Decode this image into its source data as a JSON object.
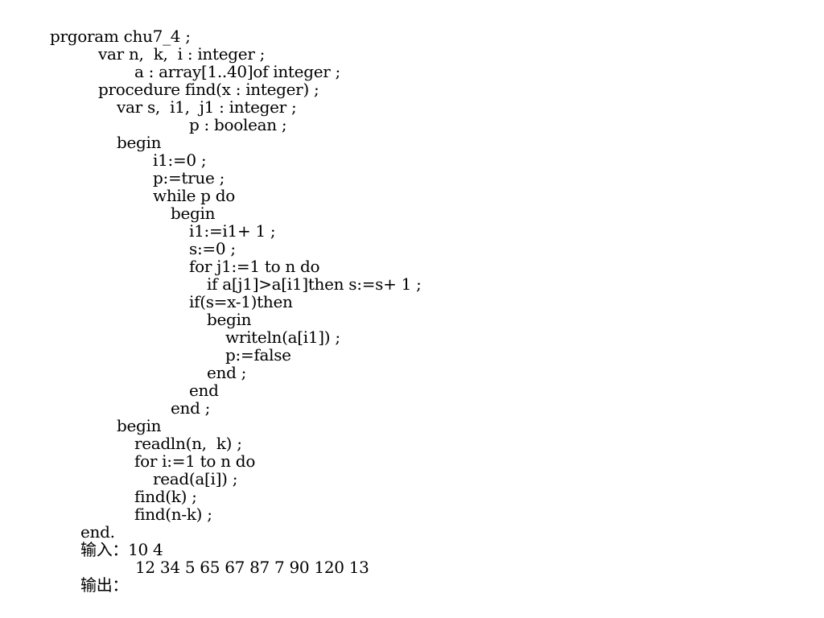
{
  "program_lines": [
    "prgoram chu7_4 ;",
    "var n,  k,  i : integer ;",
    "a : array[1..40]of integer ;",
    "procedure find(x : integer) ;",
    "var s,  i1,  j1 : integer ;",
    "p : boolean ;",
    "begin",
    "i1:=0 ;",
    "p:=true ;",
    "while p do",
    "begin",
    "i1:=i1+ 1 ;",
    "s:=0 ;",
    "for j1:=1 to n do",
    "if a[j1]>a[i1]then s:=s+ 1 ;",
    "if(s=x-1)then",
    "begin",
    "writeln(a[i1]) ;",
    "p:=false",
    "end ;",
    "end",
    "end ;",
    "begin",
    "readln(n,  k) ;",
    "for i:=1 to n do",
    "read(a[i]) ;",
    "find(k) ;",
    "find(n-k) ;",
    "end."
  ],
  "io": {
    "input_label": "输入：10 4",
    "input_values": "12 34 5 65 67 87 7 90 120 13",
    "output_label": "输出："
  },
  "text_color": "#000000",
  "background_color": "#ffffff"
}
